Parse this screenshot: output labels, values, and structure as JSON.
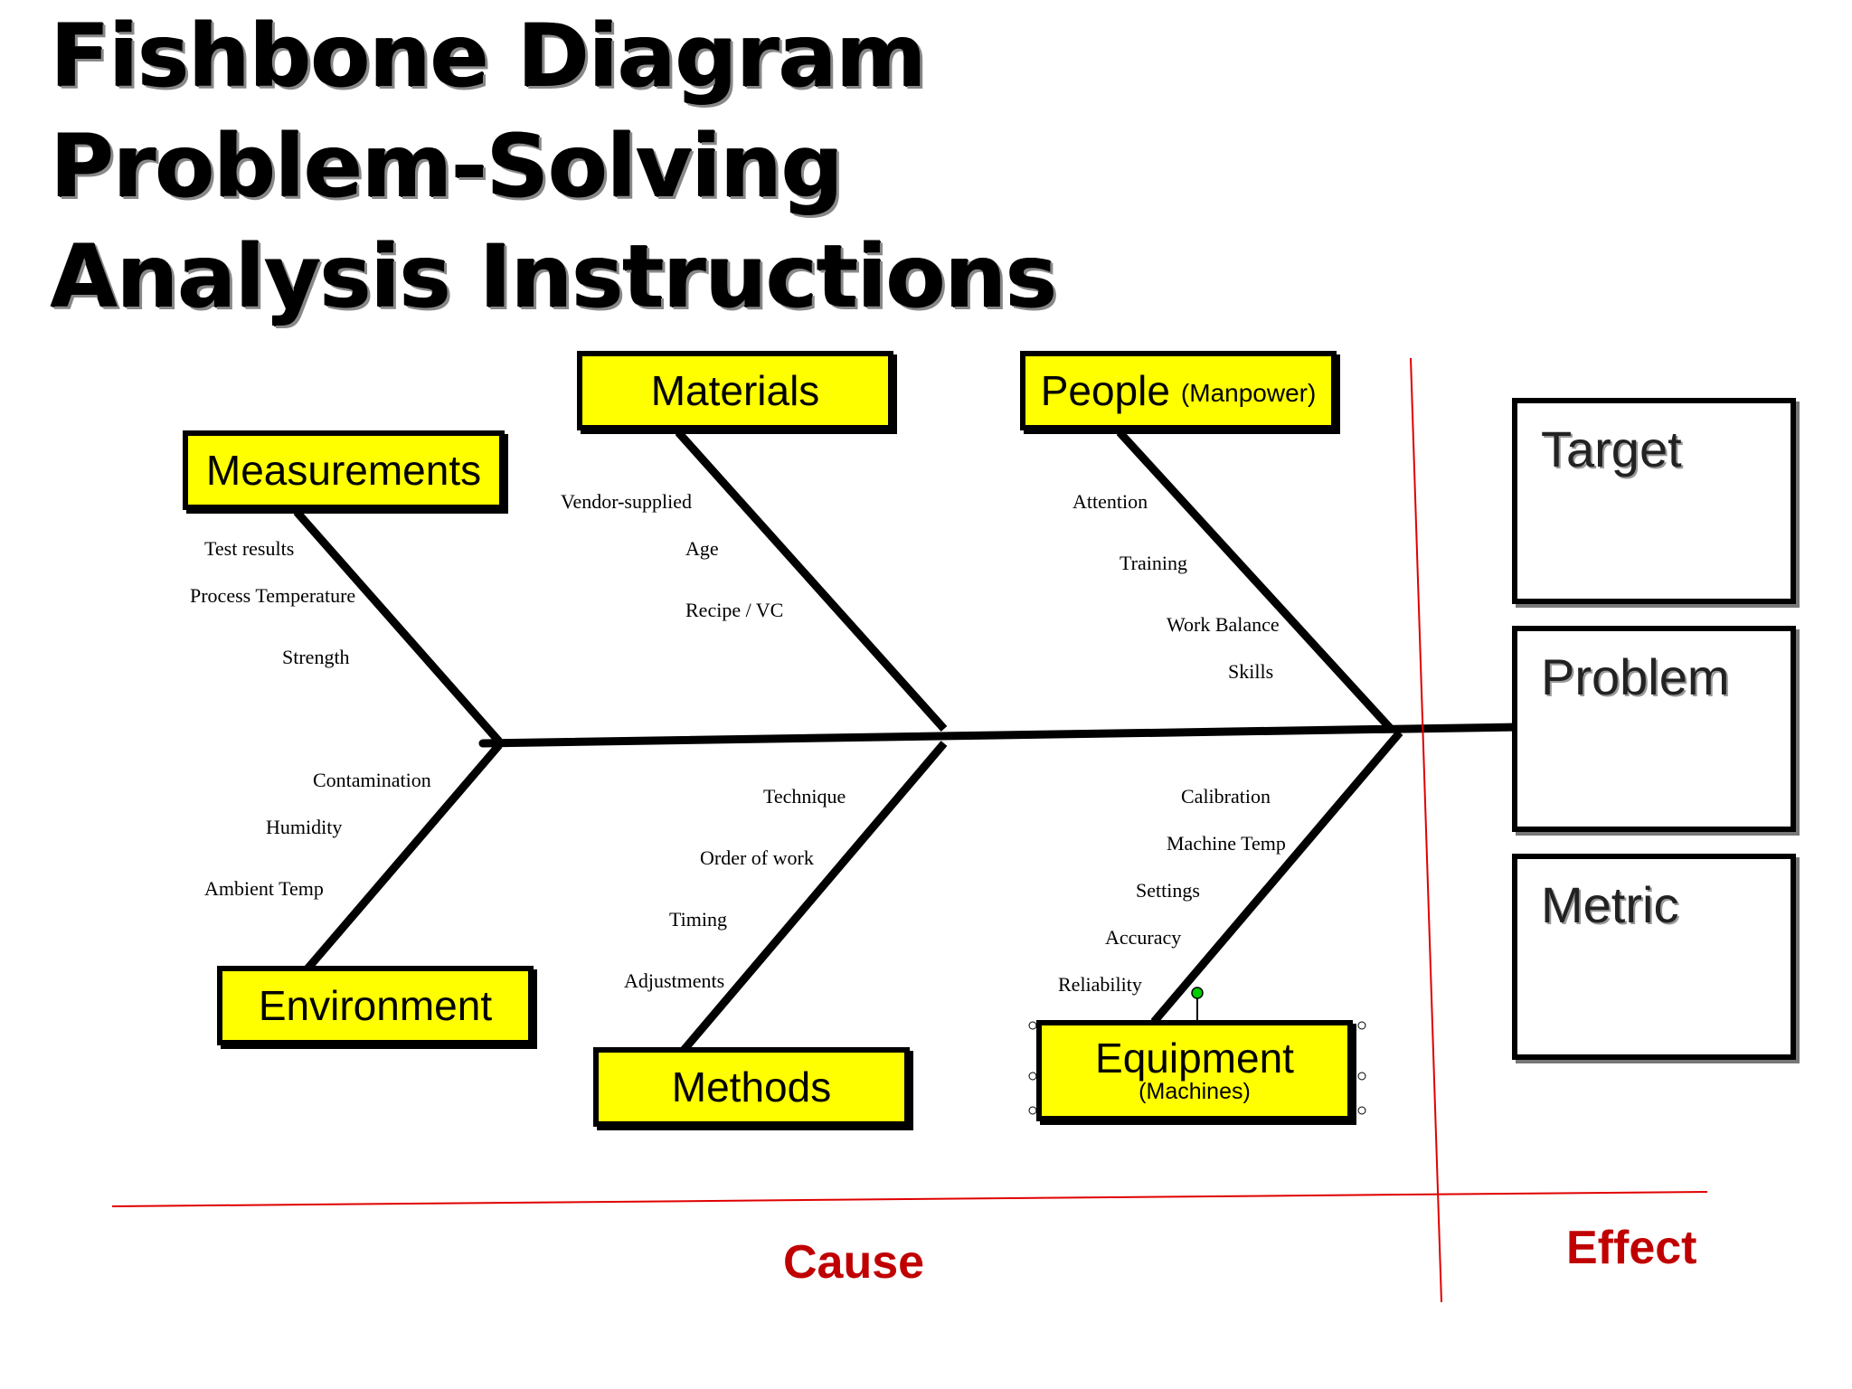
{
  "title": {
    "line1": "Fishbone Diagram",
    "line2": "Problem-Solving",
    "line3": "Analysis Instructions"
  },
  "categories": {
    "measurements": {
      "label": "Measurements",
      "causes": [
        "Test results",
        "Process Temperature",
        "Strength"
      ]
    },
    "materials": {
      "label": "Materials",
      "causes": [
        "Vendor-supplied",
        "Age",
        "Recipe / VC"
      ]
    },
    "people": {
      "label": "People",
      "sublabel": "(Manpower)",
      "causes": [
        "Attention",
        "Training",
        "Work Balance",
        "Skills"
      ]
    },
    "environment": {
      "label": "Environment",
      "causes": [
        "Contamination",
        "Humidity",
        "Ambient Temp"
      ]
    },
    "methods": {
      "label": "Methods",
      "causes": [
        "Technique",
        "Order of work",
        "Timing",
        "Adjustments"
      ]
    },
    "equipment": {
      "label": "Equipment",
      "sublabel": "(Machines)",
      "causes": [
        "Calibration",
        "Machine Temp",
        "Settings",
        "Accuracy",
        "Reliability"
      ]
    }
  },
  "effect_boxes": [
    "Target",
    "Problem",
    "Metric"
  ],
  "zones": {
    "cause": "Cause",
    "effect": "Effect"
  },
  "colors": {
    "category_fill": "#ffff00",
    "divider": "#e00000",
    "zone_label": "#c00000",
    "handle": "#00cc00"
  }
}
